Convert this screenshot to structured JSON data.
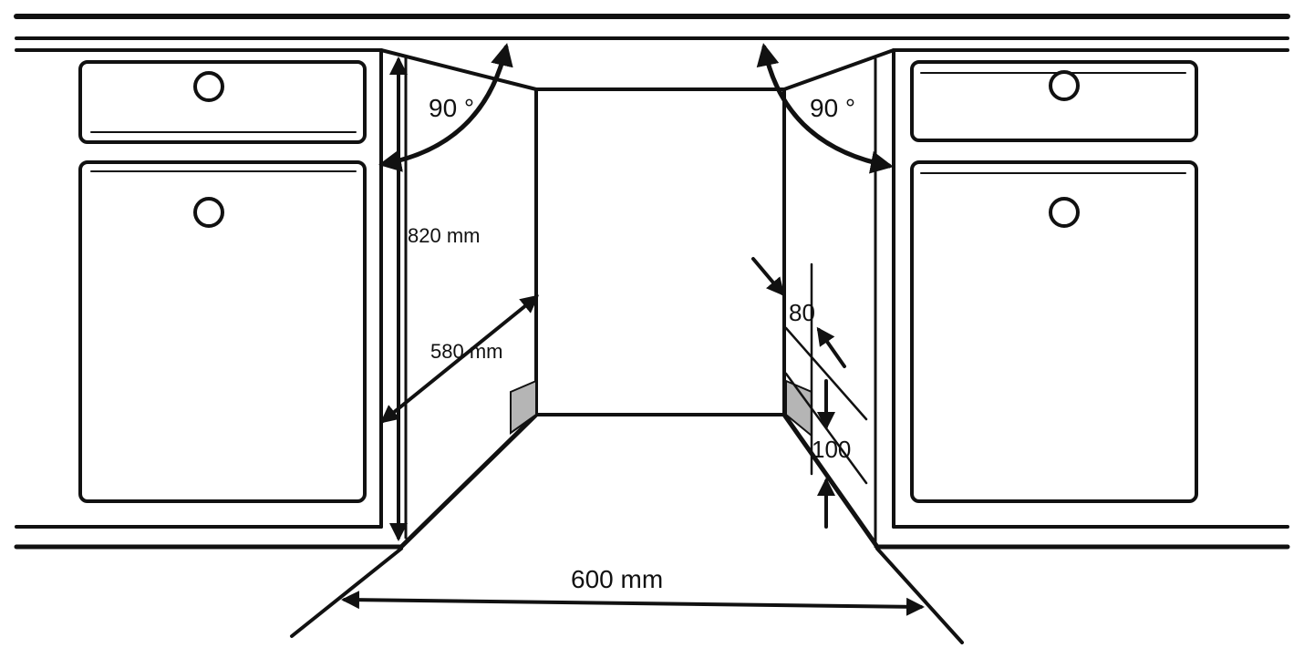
{
  "diagram": {
    "labels": {
      "angle_left": "90 °",
      "angle_right": "90 °",
      "height": "820 mm",
      "depth": "580 mm",
      "side_gap": "80",
      "plinth": "100",
      "width": "600 mm"
    },
    "colors": {
      "line": "#111111",
      "block": "#b5b5b5"
    }
  }
}
